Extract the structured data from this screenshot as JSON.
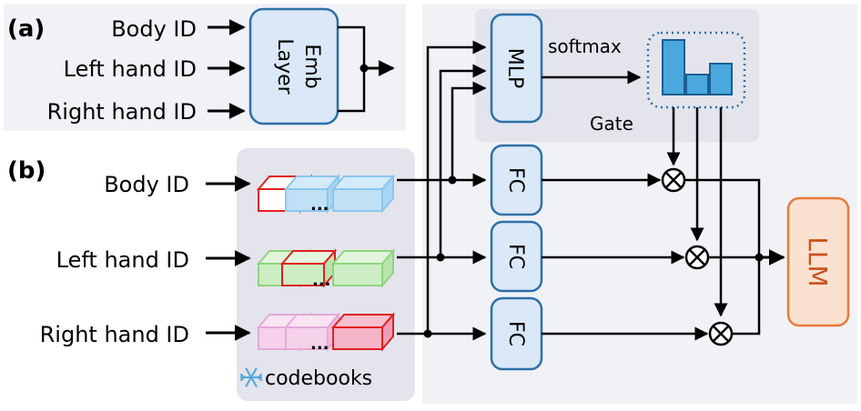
{
  "panel_a": {
    "tag": "(a)",
    "inputs": [
      "Body ID",
      "Left hand ID",
      "Right hand ID"
    ],
    "emb_layer_line1": "Emb",
    "emb_layer_line2": "Layer"
  },
  "panel_b": {
    "tag": "(b)",
    "inputs": [
      "Body ID",
      "Left hand ID",
      "Right hand ID"
    ],
    "ellipsis": "...",
    "codebooks_label": "codebooks",
    "mlp_label": "MLP",
    "softmax_label": "softmax",
    "gate_label": "Gate",
    "fc_labels": [
      "FC",
      "FC",
      "FC"
    ],
    "llm_label": "LLM",
    "gate_bar_values": [
      0.8,
      0.45,
      0.6
    ]
  },
  "colors": {
    "block_fill": "#dae8f7",
    "block_stroke": "#2e6fa8",
    "llm_fill": "#fbe1cf",
    "llm_stroke": "#e87a3e",
    "llm_text": "#c8521a",
    "panel_bg": "#eeeff4",
    "codebook_bg": "#e3e4ec",
    "red": "#e0201e",
    "blue_cube": "#bfe0f5",
    "green_cube": "#cdeec4",
    "pink_cube": "#f5d1ea",
    "gate_bar": "#4aa8de",
    "snowflake": "#58a8dc"
  },
  "icons": {
    "snowflake": "snowflake-icon",
    "multiply": "multiply-icon"
  }
}
